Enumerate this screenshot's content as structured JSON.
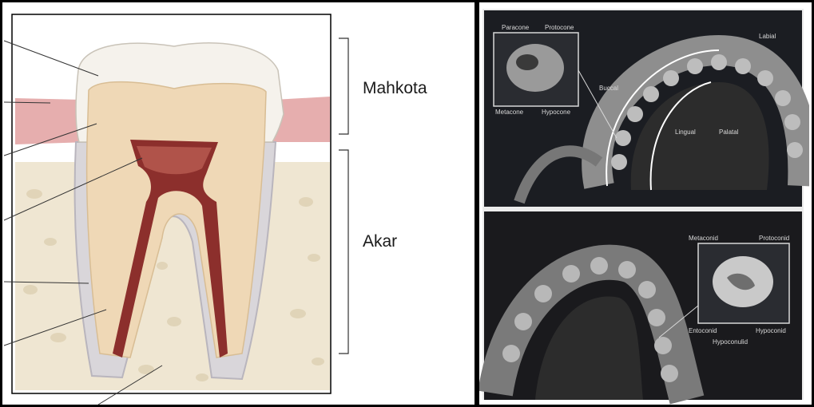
{
  "tooth_diagram": {
    "labels": {
      "crown": "Mahkota",
      "root": "Akar"
    }
  },
  "photo_panel": {
    "upper_molar_labels": [
      "Paracone",
      "Protocone",
      "Metacone",
      "Hypocone"
    ],
    "arch_labels": [
      "Labial",
      "Buccal",
      "Lingual",
      "Palatal"
    ],
    "lower_molar_labels": [
      "Metaconid",
      "Protoconid",
      "Entoconid",
      "Hypoconid",
      "Hypoconulid"
    ]
  },
  "colors": {
    "enamel": "#f4f1ea",
    "dentin": "#eed7b3",
    "pulp": "#8a2d2a",
    "gum": "#e2a7a7",
    "bone": "#efe7d4",
    "photo_bg": "#1b1d22"
  }
}
